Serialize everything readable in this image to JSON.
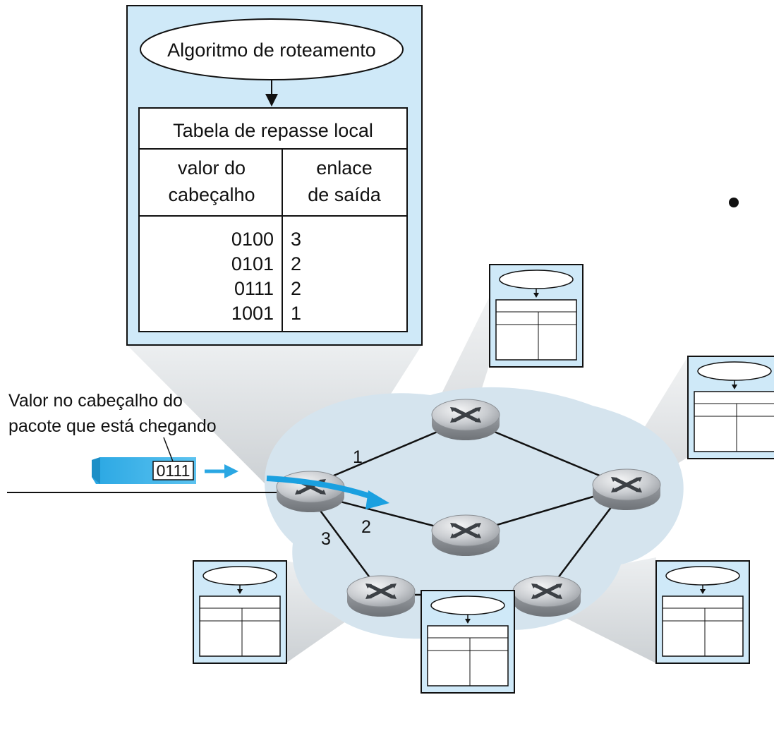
{
  "main_box": {
    "algorithm_label": "Algoritmo de roteamento",
    "table_title": "Tabela de repasse local",
    "col1_line1": "valor do",
    "col1_line2": "cabeçalho",
    "col2_line1": "enlace",
    "col2_line2": "de saída",
    "rows": [
      {
        "header": "0100",
        "link": "3"
      },
      {
        "header": "0101",
        "link": "2"
      },
      {
        "header": "0111",
        "link": "2"
      },
      {
        "header": "1001",
        "link": "1"
      }
    ]
  },
  "packet": {
    "callout_line1": "Valor no cabeçalho do",
    "callout_line2": "pacote que está chegando",
    "header_value": "0111"
  },
  "links": {
    "link1": "1",
    "link2": "2",
    "link3": "3"
  },
  "colors": {
    "box_fill": "#cfe9f8",
    "cloud_fill": "#d6e5ef",
    "arrow_blue": "#1aa0e0",
    "packet_blue": "#3db3ea",
    "router_gray": "#b8bcc0"
  }
}
